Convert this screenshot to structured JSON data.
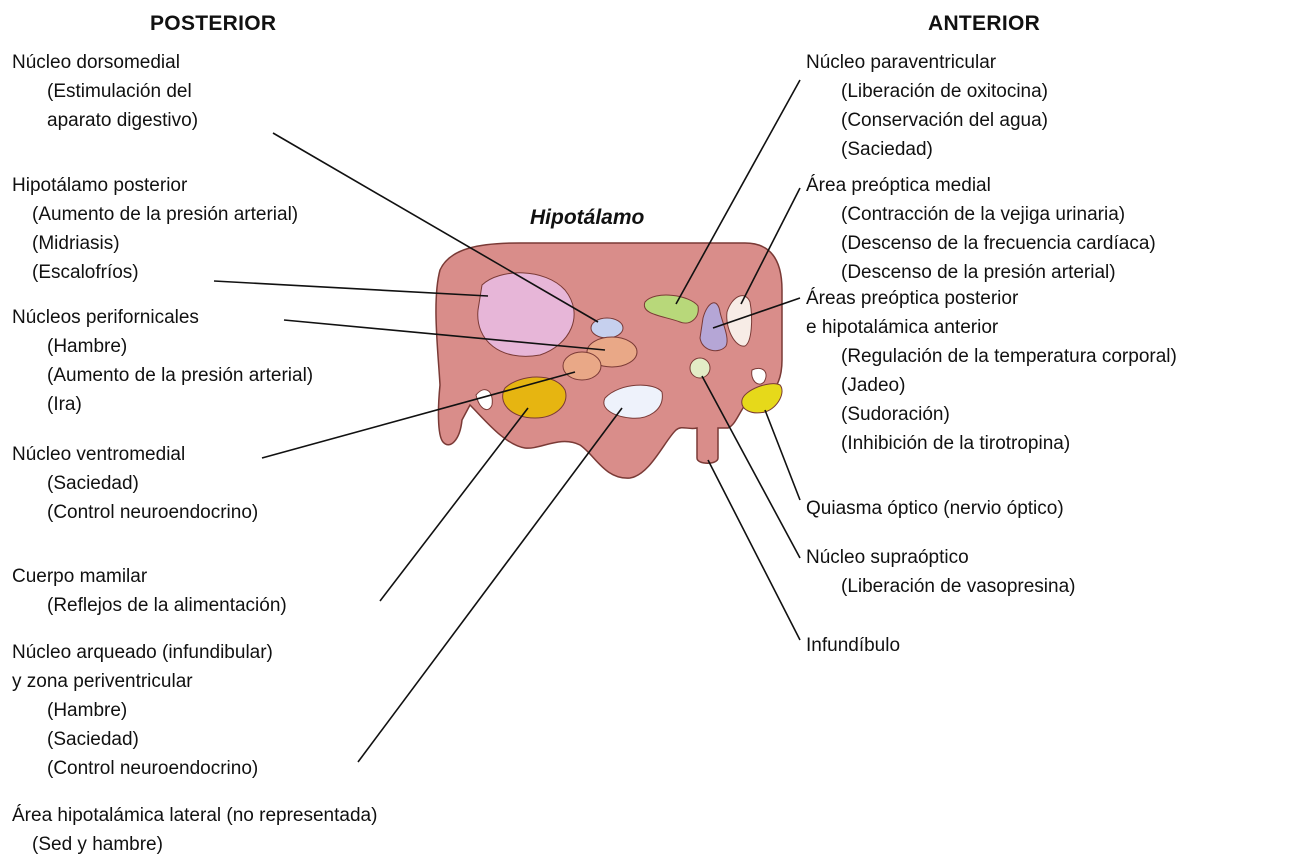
{
  "headings": {
    "posterior": "POSTERIOR",
    "anterior": "ANTERIOR",
    "hypothalamus": "Hipotálamo"
  },
  "colors": {
    "hypothalamus_body": "#d98d8a",
    "outline": "#7a3a36",
    "dorsomedial": "#c6d0ee",
    "posterior_hypothalamus": "#e7b6d8",
    "perifornical": "#e9a887",
    "ventromedial": "#e6b511",
    "mamillary": "#eef2fb",
    "paraventricular": "#b8d87a",
    "medial_preoptic": "#f7ece6",
    "posterior_preoptic": "#b5a6d6",
    "supraoptic": "#e3ecc6",
    "optic_chiasm": "#e6d91a",
    "leader_line": "#111111"
  },
  "left_labels": [
    {
      "id": "dorsomedial",
      "title": "Núcleo dorsomedial",
      "lines": [
        "(Estimulación del",
        "aparato digestivo)"
      ]
    },
    {
      "id": "posterior-hypothalamus",
      "title": "Hipotálamo posterior",
      "lines": [
        "(Aumento de la presión arterial)",
        "(Midriasis)",
        "(Escalofríos)"
      ]
    },
    {
      "id": "perifornical",
      "title": "Núcleos perifornicales",
      "lines": [
        "(Hambre)",
        "(Aumento de la presión arterial)",
        "(Ira)"
      ]
    },
    {
      "id": "ventromedial",
      "title": "Núcleo ventromedial",
      "lines": [
        "(Saciedad)",
        "(Control neuroendocrino)"
      ]
    },
    {
      "id": "mamillary",
      "title": "Cuerpo mamilar",
      "lines": [
        "(Reflejos de la alimentación)"
      ]
    },
    {
      "id": "arcuate",
      "title": "Núcleo arqueado (infundibular)",
      "title2": "y zona periventricular",
      "lines": [
        "(Hambre)",
        "(Saciedad)",
        "(Control neuroendocrino)"
      ]
    },
    {
      "id": "lateral-area",
      "title": "Área hipotalámica lateral (no representada)",
      "lines": [
        "(Sed y hambre)"
      ]
    }
  ],
  "right_labels": [
    {
      "id": "paraventricular",
      "title": "Núcleo paraventricular",
      "lines": [
        "(Liberación de oxitocina)",
        "(Conservación del agua)",
        "(Saciedad)"
      ]
    },
    {
      "id": "medial-preoptic",
      "title": "Área preóptica medial",
      "lines": [
        "(Contracción de la vejiga urinaria)",
        "(Descenso de la frecuencia cardíaca)",
        "(Descenso de la presión arterial)"
      ]
    },
    {
      "id": "posterior-preoptic",
      "title": "Áreas preóptica posterior",
      "title2": "e hipotalámica anterior",
      "lines": [
        "(Regulación de la temperatura corporal)",
        "(Jadeo)",
        "(Sudoración)",
        "(Inhibición de la tirotropina)"
      ]
    },
    {
      "id": "optic-chiasm",
      "title": "Quiasma óptico (nervio óptico)",
      "lines": []
    },
    {
      "id": "supraoptic",
      "title": "Núcleo supraóptico",
      "lines": [
        "(Liberación de vasopresina)"
      ]
    },
    {
      "id": "infundibulum",
      "title": "Infundíbulo",
      "lines": []
    }
  ]
}
